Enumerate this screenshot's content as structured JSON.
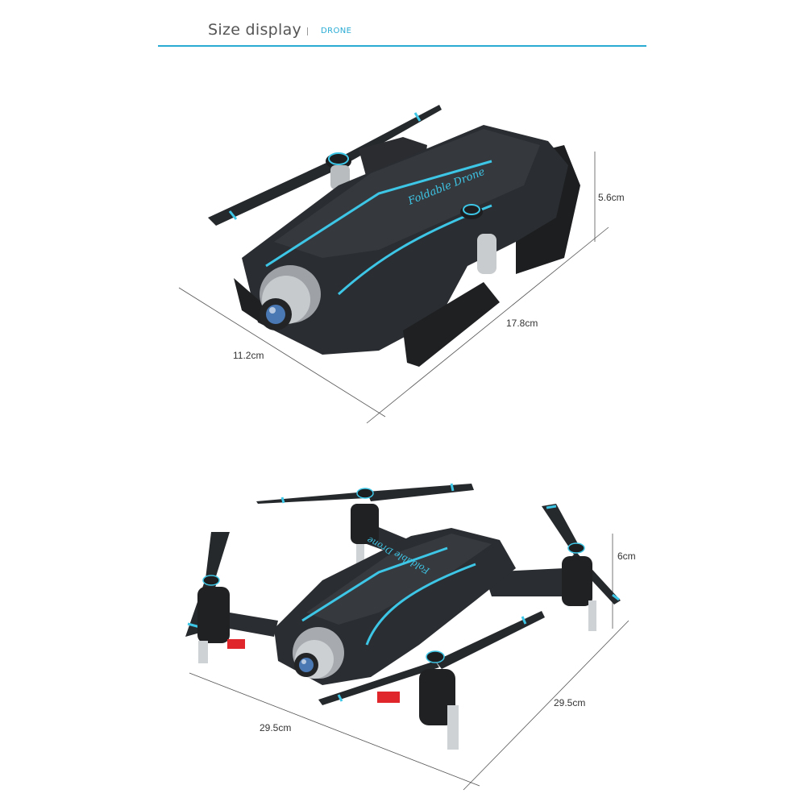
{
  "header": {
    "title": "Size display",
    "subtitle": "DRONE"
  },
  "colors": {
    "accent": "#29abd4",
    "body_dark": "#1e2022",
    "body_mid": "#2c2f33",
    "stripe": "#3ec6e6",
    "dimension_line": "#555555"
  },
  "folded_drone": {
    "body_text": "Foldable Drone",
    "height": "5.6cm",
    "length": "17.8cm",
    "width": "11.2cm"
  },
  "unfolded_drone": {
    "body_text": "Foldable Drone",
    "height": "6cm",
    "length": "29.5cm",
    "width": "29.5cm"
  }
}
